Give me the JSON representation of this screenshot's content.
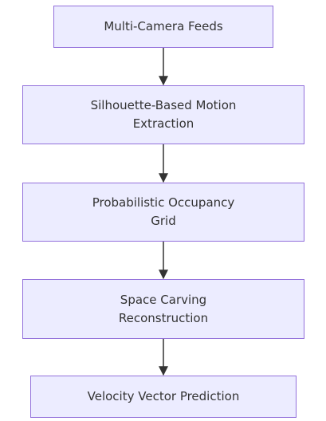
{
  "nodes": [
    {
      "label": "Multi-Camera Feeds"
    },
    {
      "label": "Silhouette-Based Motion\nExtraction"
    },
    {
      "label": "Probabilistic Occupancy\nGrid"
    },
    {
      "label": "Space Carving\nReconstruction"
    },
    {
      "label": "Velocity Vector Prediction"
    }
  ],
  "colors": {
    "node_fill": "#ececff",
    "node_border": "#9370db",
    "edge": "#333333",
    "text": "#333333"
  }
}
